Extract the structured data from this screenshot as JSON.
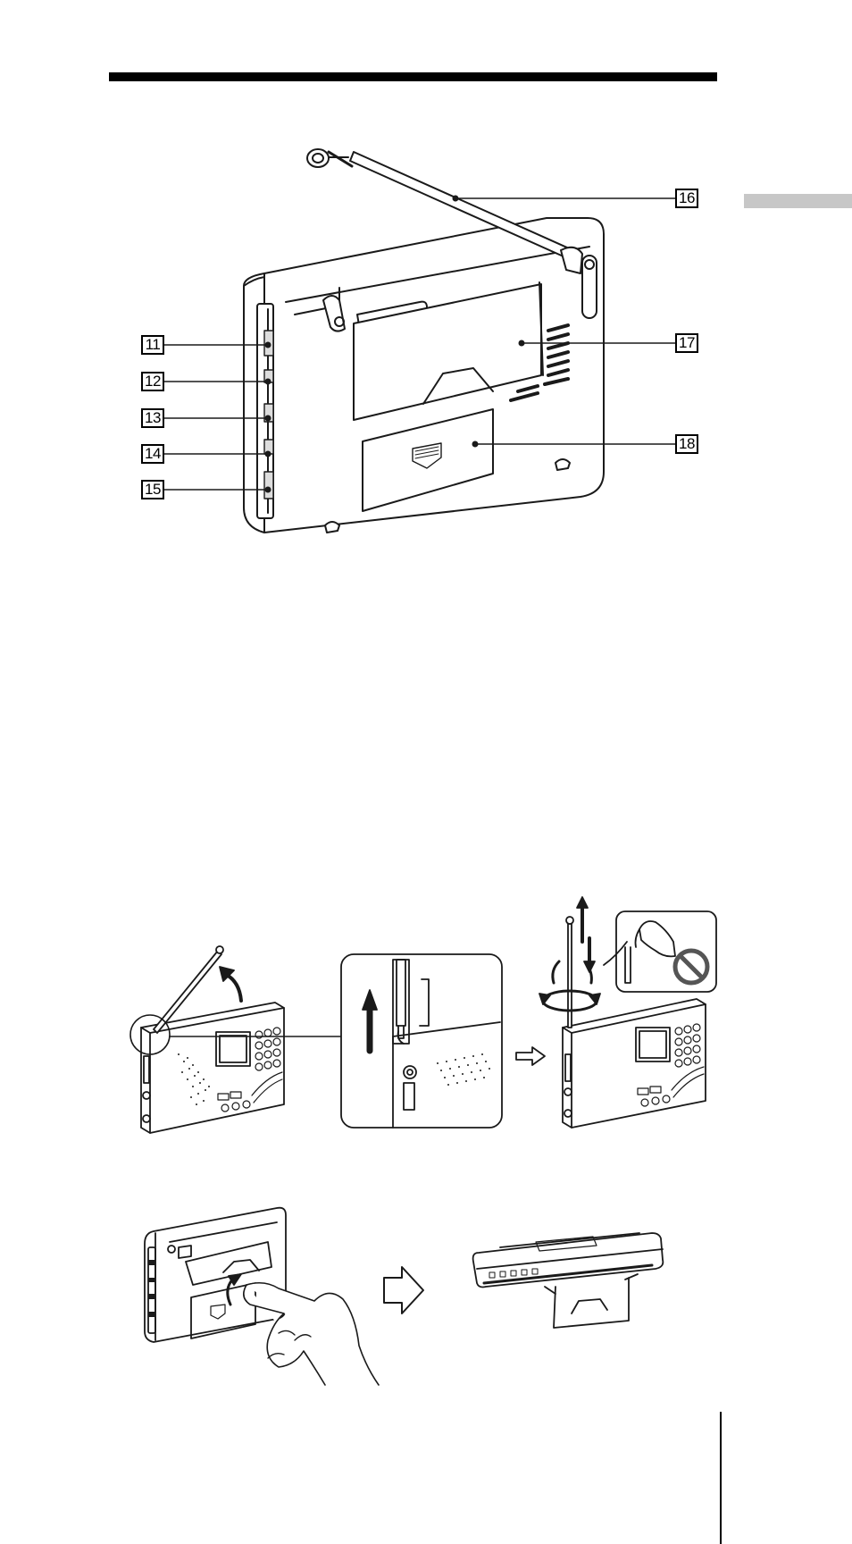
{
  "callouts": {
    "c11": "11",
    "c12": "12",
    "c13": "13",
    "c14": "14",
    "c15": "15",
    "c16": "16",
    "c17": "17",
    "c18": "18"
  },
  "colors": {
    "rule": "#000000",
    "side_tab": "#c7c7c7",
    "drawing_stroke": "#1a1a1a",
    "prohibition": "#555555"
  },
  "icons": [
    "rear-view-radio-illustration",
    "antenna-raise-illustration",
    "stand-open-illustration",
    "prohibition-icon",
    "arrow-right-icon",
    "hand-icon"
  ]
}
